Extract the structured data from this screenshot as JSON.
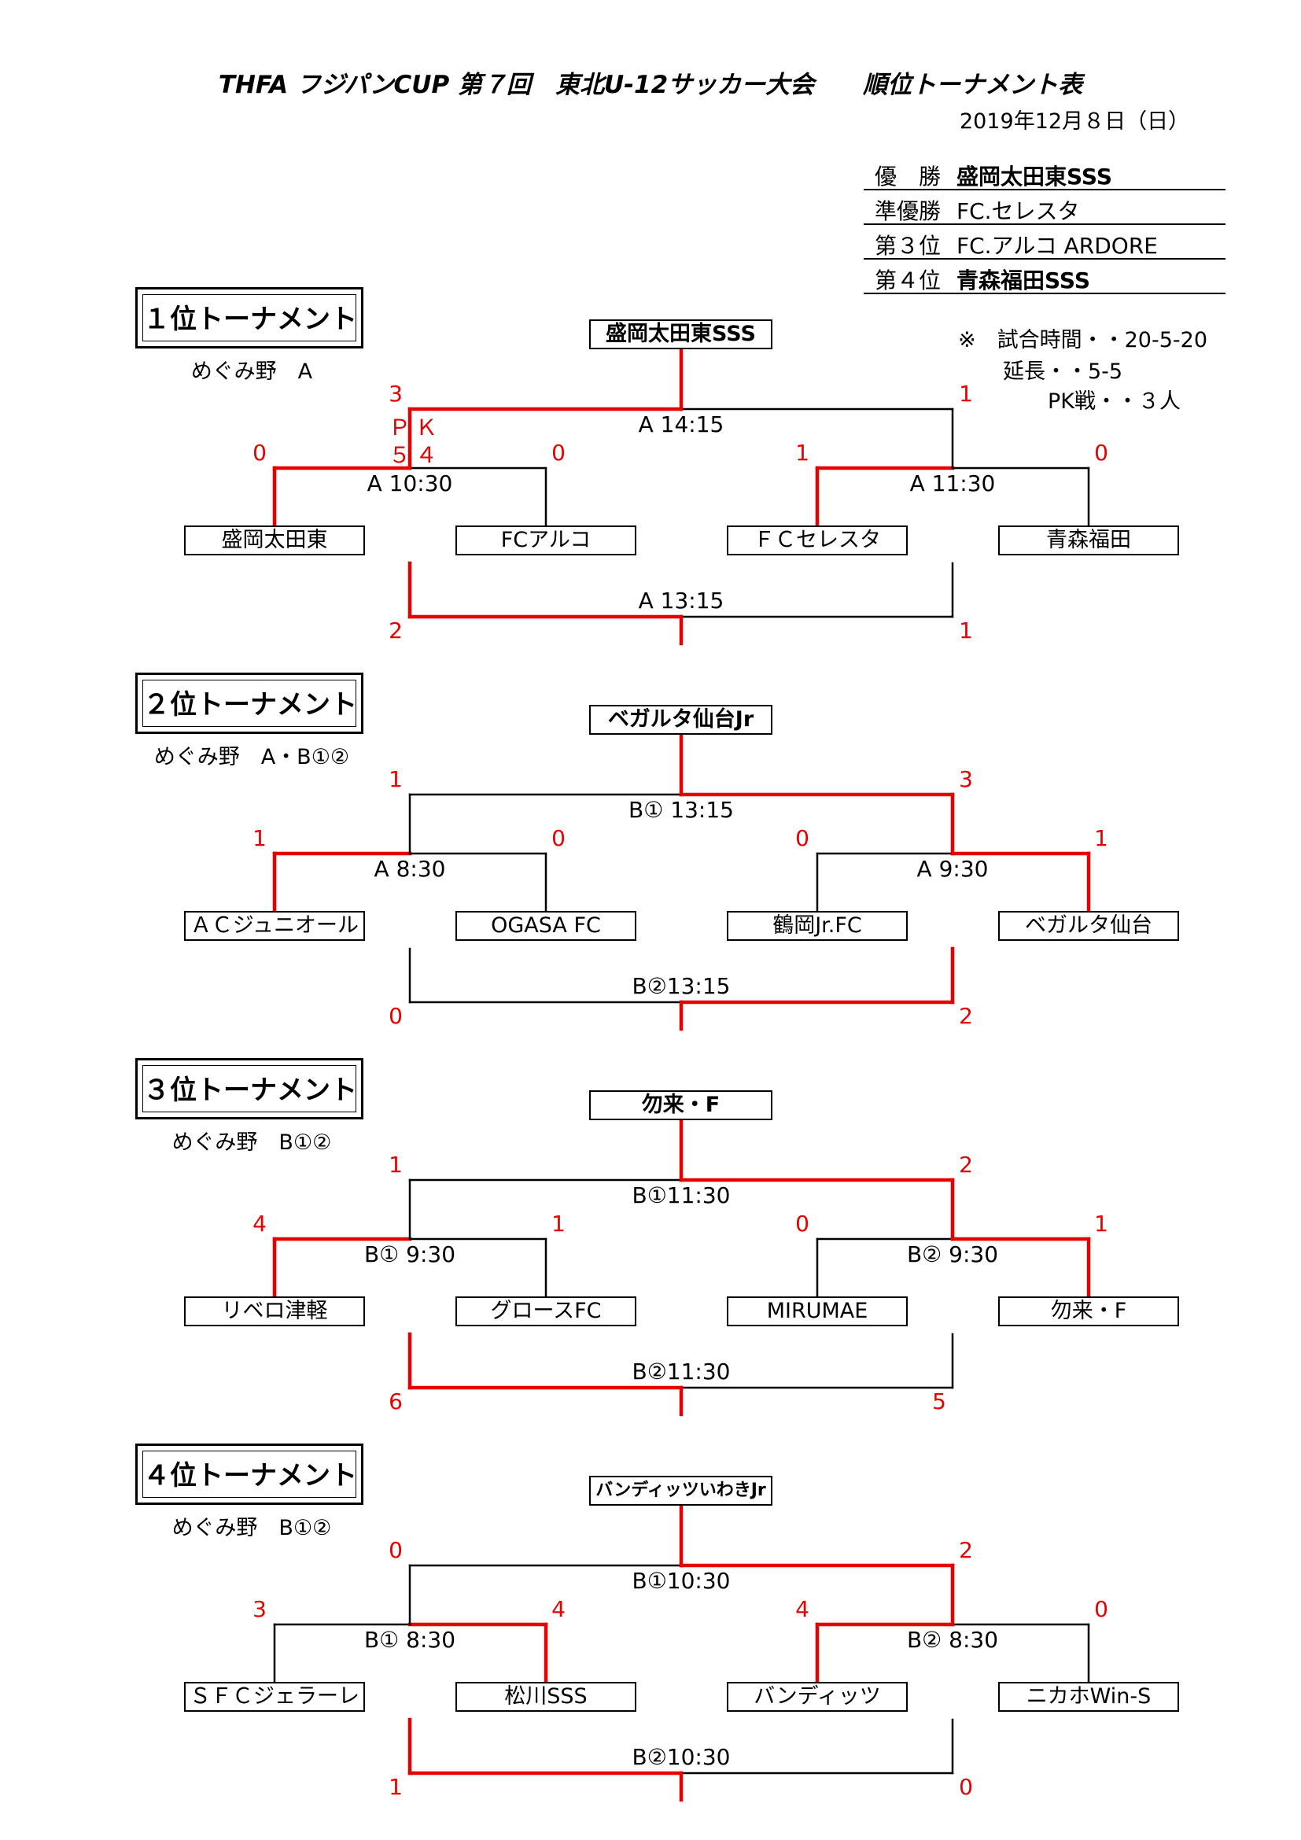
{
  "header": {
    "title": "THFA フジパンCUP 第７回　東北U-12サッカー大会　　順位トーナメント表",
    "date": "2019年12月８日（日）"
  },
  "results": [
    {
      "rank": "優　勝",
      "team": "盛岡太田東SSS"
    },
    {
      "rank": "準優勝",
      "team": "FC.セレスタ"
    },
    {
      "rank": "第３位",
      "team": "FC.アルコ ARDORE"
    },
    {
      "rank": "第４位",
      "team": "青森福田SSS"
    }
  ],
  "notes": {
    "time": "※　試合時間・・20-5-20",
    "extra": "延長・・5-5",
    "pk": "PK戦・・３人"
  },
  "colors": {
    "winner_line": "#e60000",
    "loser_line": "#000000",
    "score": "#e60000"
  },
  "tournaments": [
    {
      "title": "１位トーナメント",
      "venue": "めぐみ野　A",
      "champion": "盛岡太田東SSS",
      "teams": [
        "盛岡太田東",
        "FCアルコ",
        "ＦＣセレスタ",
        "青森福田"
      ],
      "semi_left": {
        "label": "A 10:30",
        "s1": "0",
        "s2": "0",
        "winner": 1
      },
      "semi_right": {
        "label": "A 11:30",
        "s1": "1",
        "s2": "0",
        "winner": 1
      },
      "final": {
        "label": "A 14:15",
        "s1": "3",
        "s2": "1",
        "winner": 1,
        "pk_label": "ＰＫ",
        "pk_score": "５４"
      },
      "third": {
        "label": "A 13:15",
        "s1": "2",
        "s2": "1",
        "winner": 1
      }
    },
    {
      "title": "２位トーナメント",
      "venue": "めぐみ野　A・B①②",
      "champion": "ベガルタ仙台Jr",
      "teams": [
        "ＡＣジュニオール",
        "OGASA FC",
        "鶴岡Jr.FC",
        "ベガルタ仙台"
      ],
      "semi_left": {
        "label": "A 8:30",
        "s1": "1",
        "s2": "0",
        "winner": 1
      },
      "semi_right": {
        "label": "A  9:30",
        "s1": "0",
        "s2": "1",
        "winner": 2
      },
      "final": {
        "label": "B① 13:15",
        "s1": "1",
        "s2": "3",
        "winner": 2
      },
      "third": {
        "label": "B②13:15",
        "s1": "0",
        "s2": "2",
        "winner": 2
      }
    },
    {
      "title": "３位トーナメント",
      "venue": "めぐみ野　B①②",
      "champion": "勿来・F",
      "teams": [
        "リベロ津軽",
        "グロースFC",
        "MIRUMAE",
        "勿来・F"
      ],
      "semi_left": {
        "label": "B① 9:30",
        "s1": "4",
        "s2": "1",
        "winner": 1
      },
      "semi_right": {
        "label": "B② 9:30",
        "s1": "0",
        "s2": "1",
        "winner": 2
      },
      "final": {
        "label": "B①11:30",
        "s1": "1",
        "s2": "2",
        "winner": 2
      },
      "third": {
        "label": "B②11:30",
        "s1": "6",
        "s2": "5",
        "winner": 1
      }
    },
    {
      "title": "４位トーナメント",
      "venue": "めぐみ野　B①②",
      "champion": "バンディッツいわきJr",
      "teams": [
        "ＳＦＣジェラーレ",
        "松川SSS",
        "バンディッツ",
        "ニカホWin-S"
      ],
      "semi_left": {
        "label": "B① 8:30",
        "s1": "3",
        "s2": "4",
        "winner": 2
      },
      "semi_right": {
        "label": "B② 8:30",
        "s1": "4",
        "s2": "0",
        "winner": 1
      },
      "final": {
        "label": "B①10:30",
        "s1": "0",
        "s2": "2",
        "winner": 2
      },
      "third": {
        "label": "B②10:30",
        "s1": "1",
        "s2": "0",
        "winner": 1
      }
    }
  ]
}
